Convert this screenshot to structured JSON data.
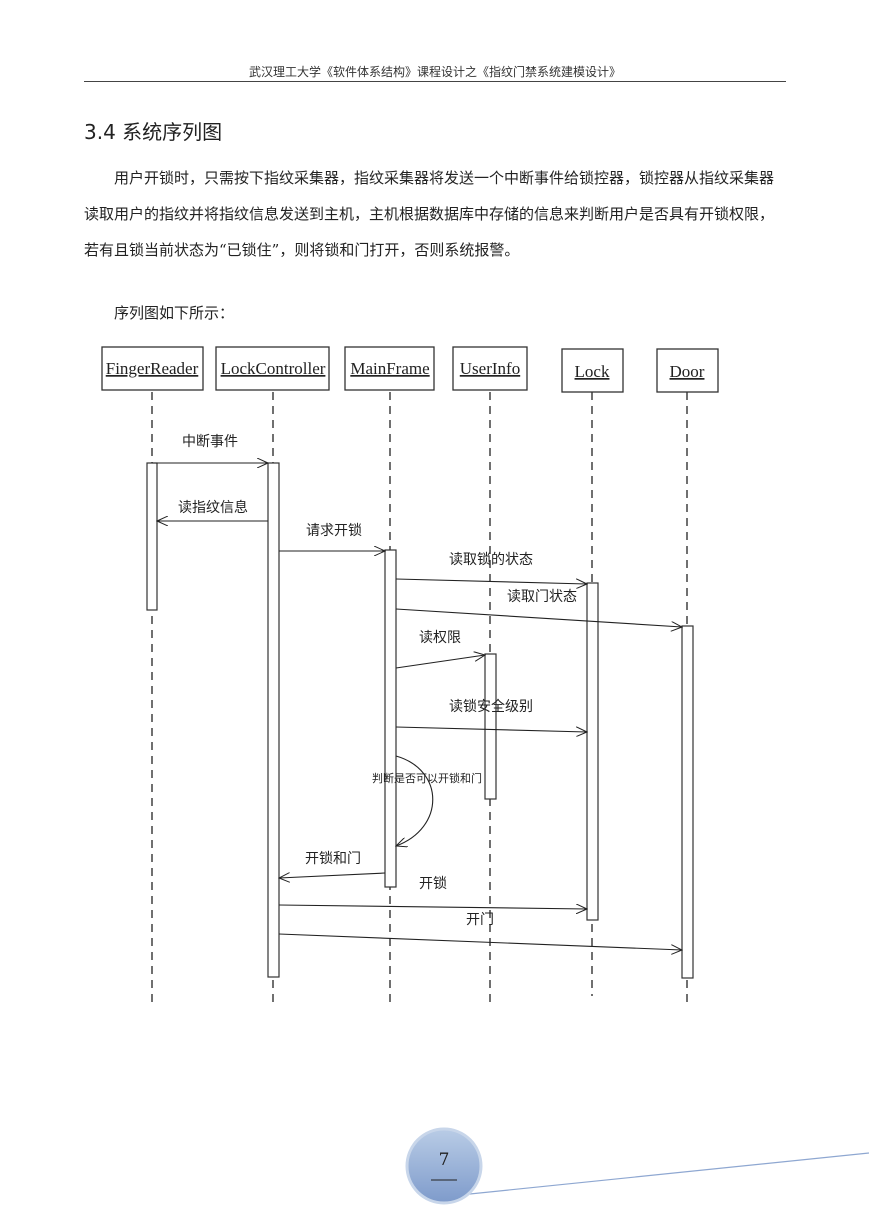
{
  "header": {
    "text": "武汉理工大学《软件体系结构》课程设计之《指纹门禁系统建模设计》"
  },
  "section": {
    "title": "3.4 系统序列图"
  },
  "body": {
    "paragraph": "用户开锁时，只需按下指纹采集器，指纹采集器将发送一个中断事件给锁控器，锁控器从指纹采集器读取用户的指纹并将指纹信息发送到主机，主机根据数据库中存储的信息来判断用户是否具有开锁权限，若有且锁当前状态为“已锁住”，则将锁和门打开，否则系统报警。",
    "caption": "序列图如下所示："
  },
  "diagram": {
    "objects": [
      "FingerReader",
      "LockController",
      "MainFrame",
      "UserInfo",
      "Lock",
      "Door"
    ],
    "messages": [
      "中断事件",
      "读指纹信息",
      "请求开锁",
      "读取锁的状态",
      "读取门状态",
      "读权限",
      "读锁安全级别",
      "判断是否可以开锁和门",
      "开锁和门",
      "开锁",
      "开门"
    ]
  },
  "footer": {
    "page_number": "7"
  }
}
